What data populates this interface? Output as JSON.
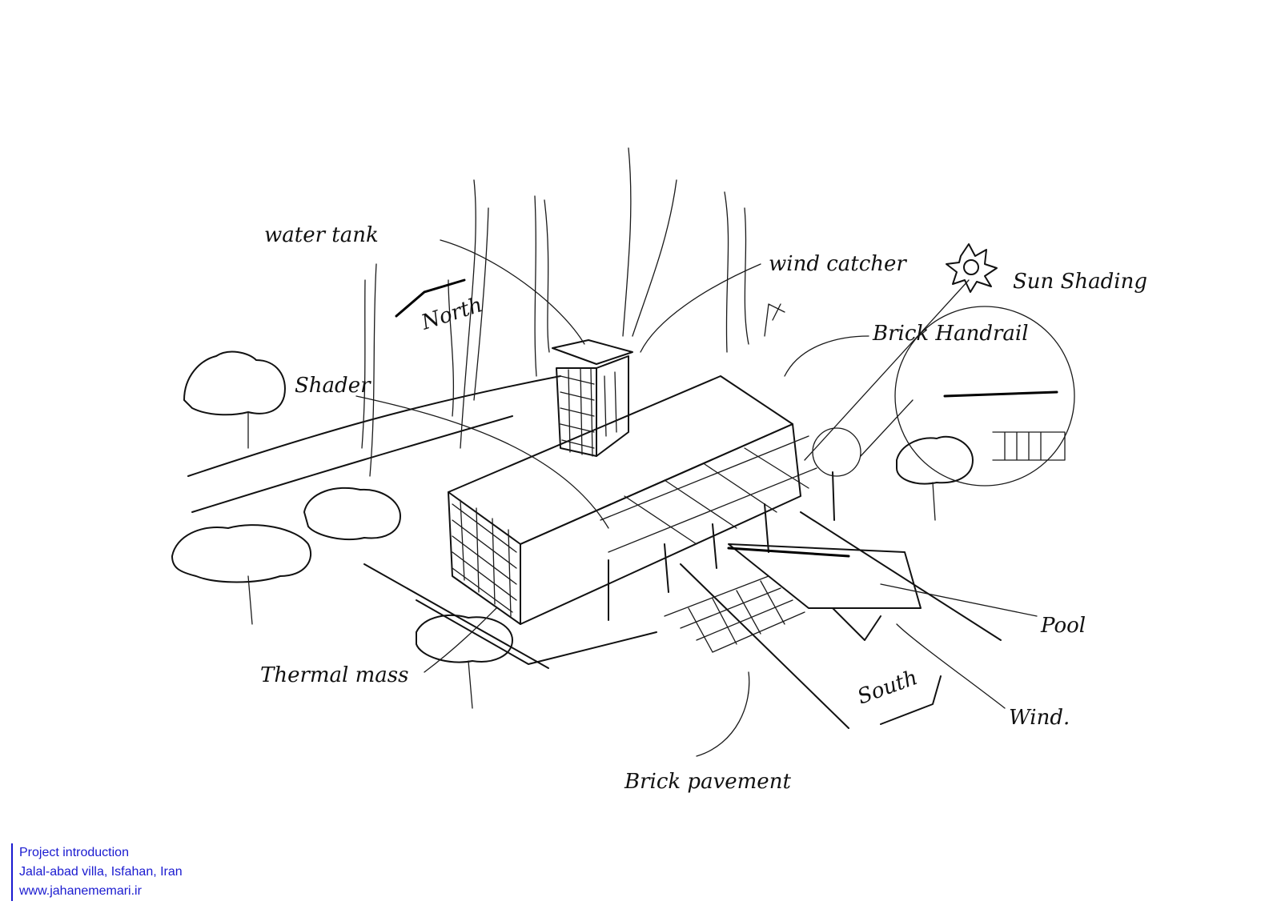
{
  "labels": {
    "water_tank": "water tank",
    "north": "North",
    "shader": "Shader",
    "wind_catcher": "wind catcher",
    "sun_shading": "Sun Shading",
    "brick_handrail": "Brick Handrail",
    "pool": "Pool",
    "thermal_mass": "Thermal mass",
    "south": "South",
    "wind": "Wind.",
    "brick_pavement": "Brick pavement"
  },
  "caption": {
    "line1": "Project introduction",
    "line2": "Jalal-abad villa, Isfahan, Iran",
    "line3": "www.jahanememari.ir"
  },
  "colors": {
    "ink": "#111111",
    "caption": "#1a1ad0",
    "paper": "#ffffff"
  }
}
